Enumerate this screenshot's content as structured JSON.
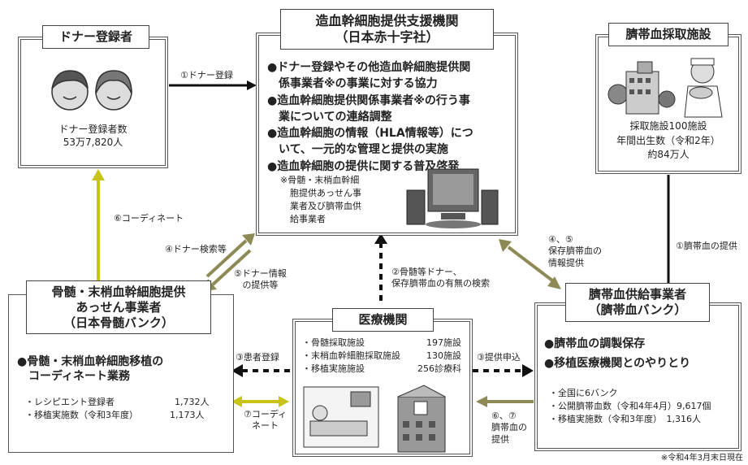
{
  "donor_box": {
    "title": "ドナー登録者",
    "count_label": "ドナー登録者数",
    "count_value": "53万7,820人"
  },
  "center_box": {
    "title_line1": "造血幹細胞提供支援機関",
    "title_line2": "（日本赤十字社）",
    "items": [
      "ドナー登録やその他造血幹細胞提供関",
      "係事業者※の事業に対する協力",
      "造血幹細胞提供関係事業者※の行う事",
      "業についての連絡調整",
      "造血幹細胞の情報（HLA情報等）につ",
      "いて、一元的な管理と提供の実施",
      "造血幹細胞の提供に関する普及啓発"
    ],
    "note": [
      "※骨髄・末梢血幹細",
      "胞提供あっせん事",
      "業者及び臍帯血供",
      "給事業者"
    ]
  },
  "cord_facility_box": {
    "title": "臍帯血採取施設",
    "line1": "採取施設100施設",
    "line2": "年間出生数（令和2年）",
    "line3": "約84万人"
  },
  "marrow_bank_box": {
    "title_line1": "骨髄・末梢血幹細胞提供",
    "title_line2": "あっせん事業者",
    "title_line3": "（日本骨髄バンク）",
    "heading_line1": "骨髄・末梢血幹細胞移植の",
    "heading_line2": "コーディネート業務",
    "stats": [
      {
        "label": "・レシピエント登録者",
        "value": "1,732人"
      },
      {
        "label": "・移植実施数（令和3年度）",
        "value": "1,173人"
      }
    ]
  },
  "medical_box": {
    "title": "医療機関",
    "rows": [
      {
        "label": "・骨髄採取施設",
        "value": "197施設"
      },
      {
        "label": "・末梢血幹細胞採取施設",
        "value": "130施設"
      },
      {
        "label": "・移植実施施設",
        "value": "256診療科"
      }
    ]
  },
  "cord_bank_box": {
    "title_line1": "臍帯血供給事業者",
    "title_line2": "（臍帯血バンク）",
    "bullets": [
      "臍帯血の調製保存",
      "移植医療機関とのやりとり"
    ],
    "stats": [
      "・全国に6バンク",
      "・公開臍帯血数（令和4年4月）9,617個",
      "・移植実施数（令和3年度）　1,316人"
    ]
  },
  "arrows": {
    "donor_registration": "①ドナー登録",
    "coordinate": "⑥コーディネート",
    "donor_search": "④ドナー検索等",
    "donor_info_1": "⑤ドナー情報",
    "donor_info_2": "の提供等",
    "search_query_1": "②骨髄等ドナー、",
    "search_query_2": "保存臍帯血の有無の検索",
    "cord_info_1": "④、⑤",
    "cord_info_2": "保存臍帯血の",
    "cord_info_3": "情報提供",
    "cord_supply": "①臍帯血の提供",
    "patient_reg": "③患者登録",
    "coord_1": "⑦コーディ",
    "coord_2": "ネート",
    "supply_request": "③提供申込",
    "cord_provide_1": "⑥、⑦",
    "cord_provide_2": "臍帯血の",
    "cord_provide_3": "提供"
  },
  "footnote": "※令和4年3月末日現在",
  "colors": {
    "yellow_arrow": "#c8c317",
    "olive_arrow": "#8e8a55",
    "black_arrow": "#111111"
  }
}
